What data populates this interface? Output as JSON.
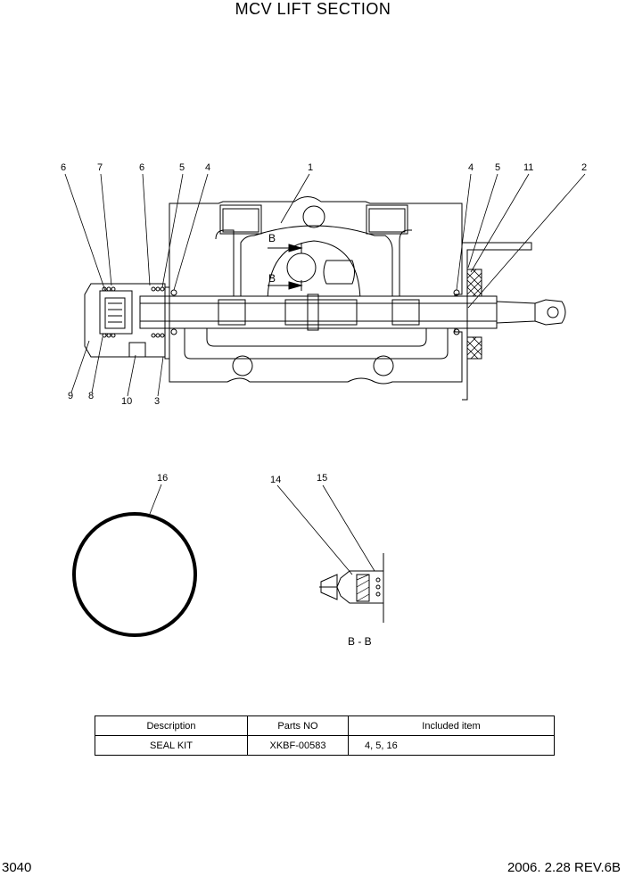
{
  "page": {
    "title": "MCV LIFT SECTION",
    "page_number": "3040",
    "revision": "2006. 2.28  REV.6B"
  },
  "diagram": {
    "section_label": "B - B",
    "section_marker": "B",
    "callouts": [
      "6",
      "7",
      "6",
      "5",
      "4",
      "1",
      "4",
      "5",
      "11",
      "2",
      "9",
      "8",
      "10",
      "3",
      "16",
      "14",
      "15"
    ]
  },
  "kit_table": {
    "headers": [
      "Description",
      "Parts NO",
      "Included item"
    ],
    "rows": [
      [
        "SEAL KIT",
        "XKBF-00583",
        "4, 5, 16"
      ]
    ]
  }
}
